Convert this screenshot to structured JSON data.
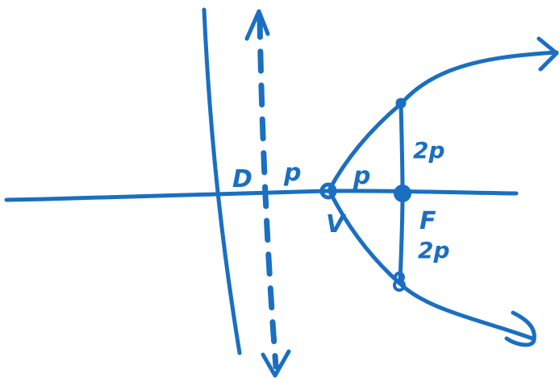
{
  "colors": {
    "ink": "#1a6fc0",
    "background": "#ffffff"
  },
  "labels": {
    "directrix": "D",
    "p_left": "p",
    "p_right": "p",
    "two_p_top": "2p",
    "two_p_bottom": "2p",
    "focus": "F",
    "vertex": "V"
  }
}
